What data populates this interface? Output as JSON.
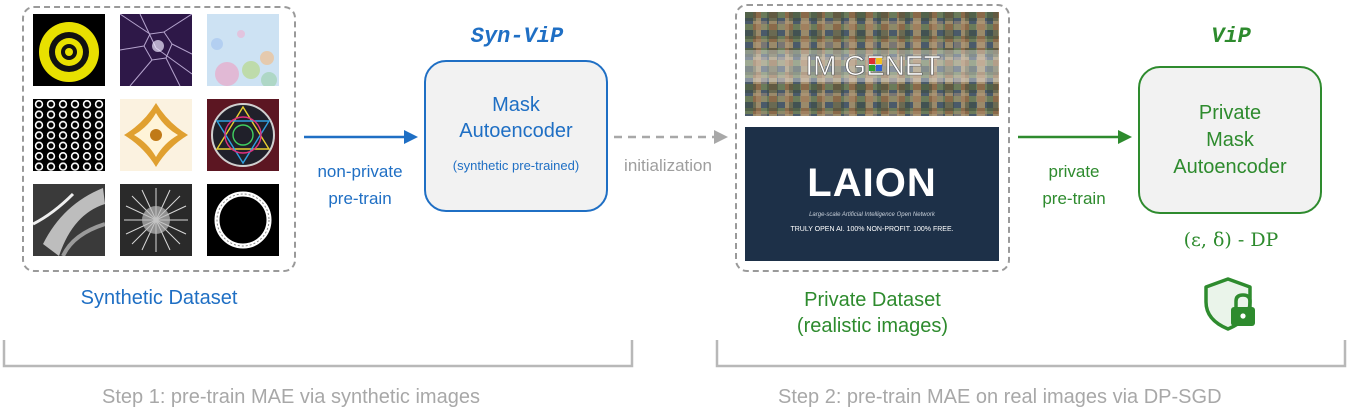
{
  "syn_vip": {
    "title": "Syn-ViP",
    "box_line1": "Mask",
    "box_line2": "Autoencoder",
    "box_sub": "(synthetic pre-trained)"
  },
  "synthetic_dataset": {
    "label": "Synthetic Dataset"
  },
  "arrow1": {
    "line1": "non-private",
    "line2": "pre-train"
  },
  "arrow2": {
    "label": "initialization"
  },
  "private_dataset": {
    "label_line1": "Private Dataset",
    "label_line2": "(realistic images)",
    "imagenet_text": "IM GENET",
    "laion_title": "LAION",
    "laion_sub": "Large-scale Artificial Intelligence Open Network",
    "laion_tag": "TRULY OPEN AI. 100% NON-PROFIT. 100% FREE."
  },
  "arrow3": {
    "line1": "private",
    "line2": "pre-train"
  },
  "vip": {
    "title": "ViP",
    "box_line1": "Private",
    "box_line2": "Mask",
    "box_line3": "Autoencoder",
    "dp_label": "(ε, δ) - DP"
  },
  "steps": {
    "step1": "Step 1: pre-train MAE via synthetic images",
    "step2": "Step 2: pre-train MAE on real images via DP-SGD"
  },
  "colors": {
    "blue": "#1f6fc4",
    "green": "#2e8b2e",
    "grey": "#9e9e9e"
  },
  "icons": [
    "arrow-right-icon",
    "shield-lock-icon"
  ]
}
